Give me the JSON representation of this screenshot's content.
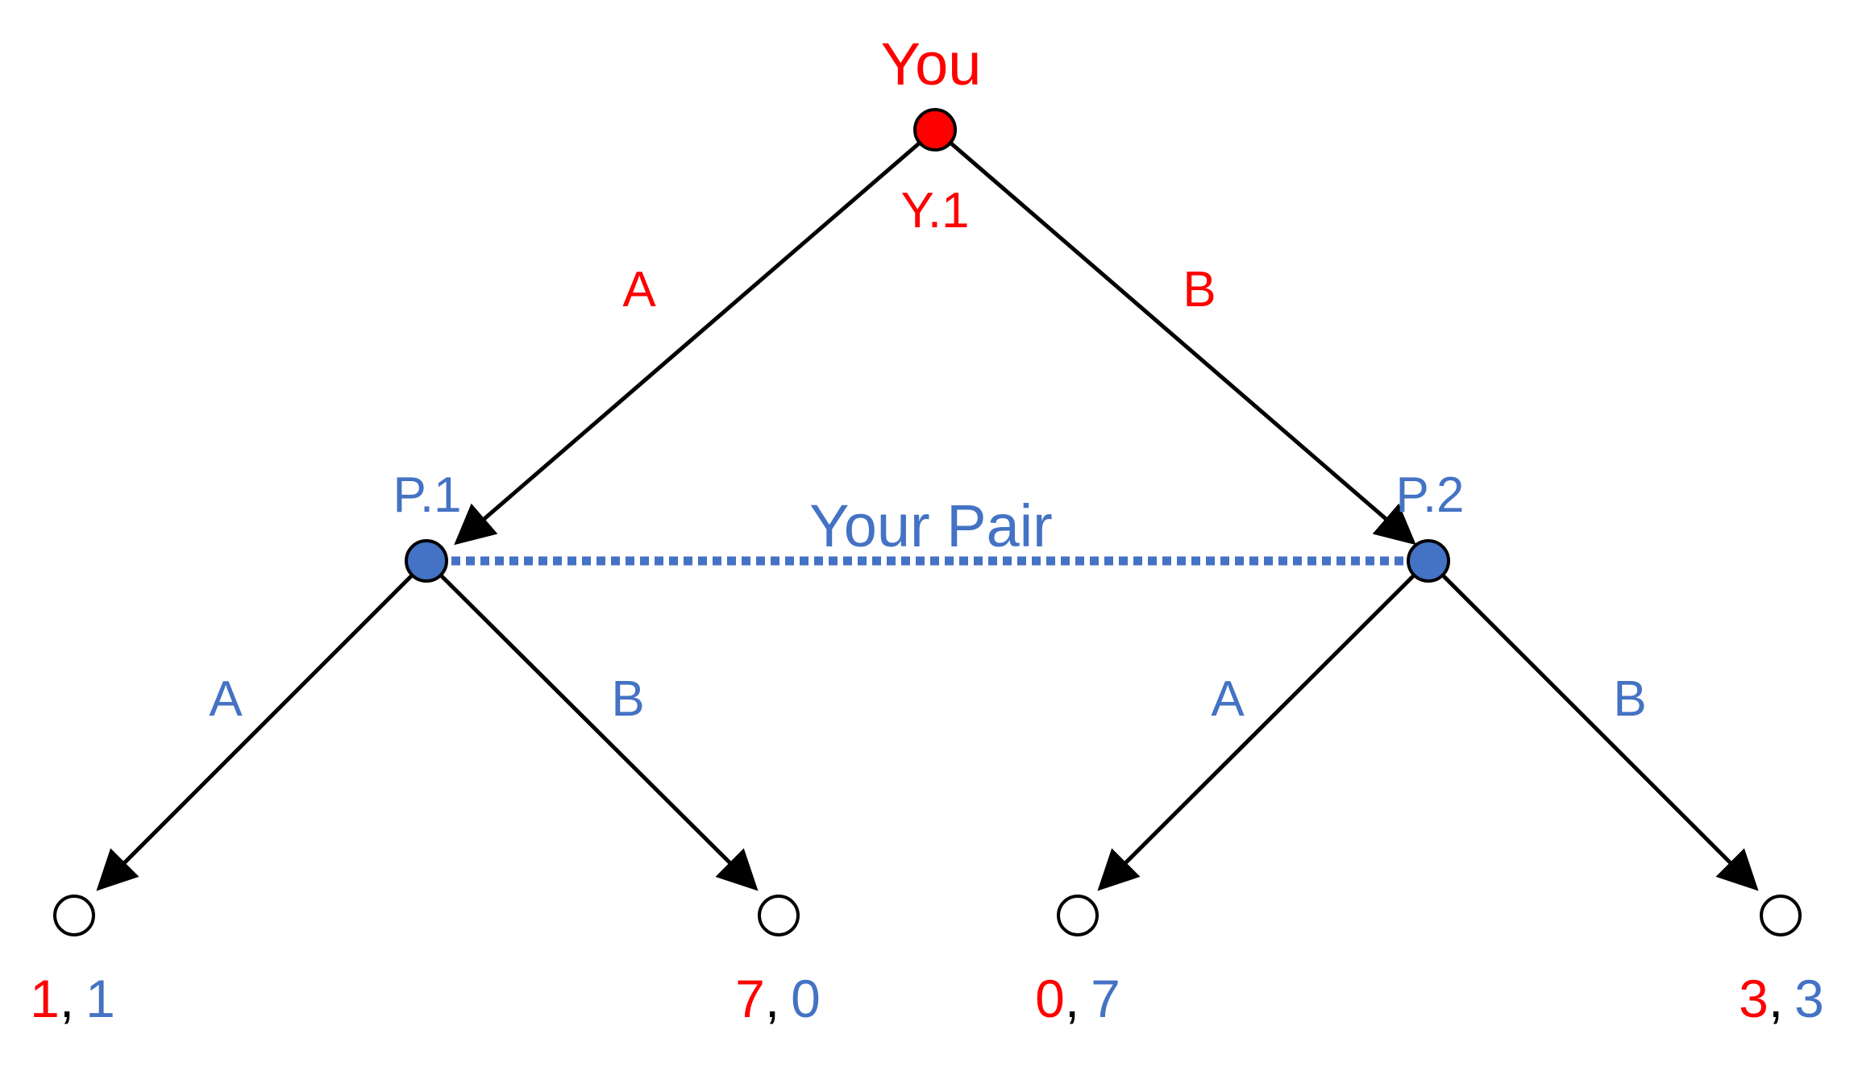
{
  "colors": {
    "you": "#ff0000",
    "pair": "#4472c4",
    "line": "#000000",
    "terminal_fill": "#ffffff"
  },
  "root": {
    "player_label": "You",
    "node_label": "Y.1"
  },
  "root_moves": {
    "left": "A",
    "right": "B"
  },
  "pair_nodes": {
    "left_label": "P.1",
    "right_label": "P.2",
    "info_set_label": "Your Pair"
  },
  "pair_moves": {
    "p1_left": "A",
    "p1_right": "B",
    "p2_left": "A",
    "p2_right": "B"
  },
  "payoffs": [
    {
      "you": "1",
      "sep": ",",
      "pair": "1"
    },
    {
      "you": "7",
      "sep": ",",
      "pair": "0"
    },
    {
      "you": "0",
      "sep": ",",
      "pair": "7"
    },
    {
      "you": "3",
      "sep": ",",
      "pair": "3"
    }
  ]
}
